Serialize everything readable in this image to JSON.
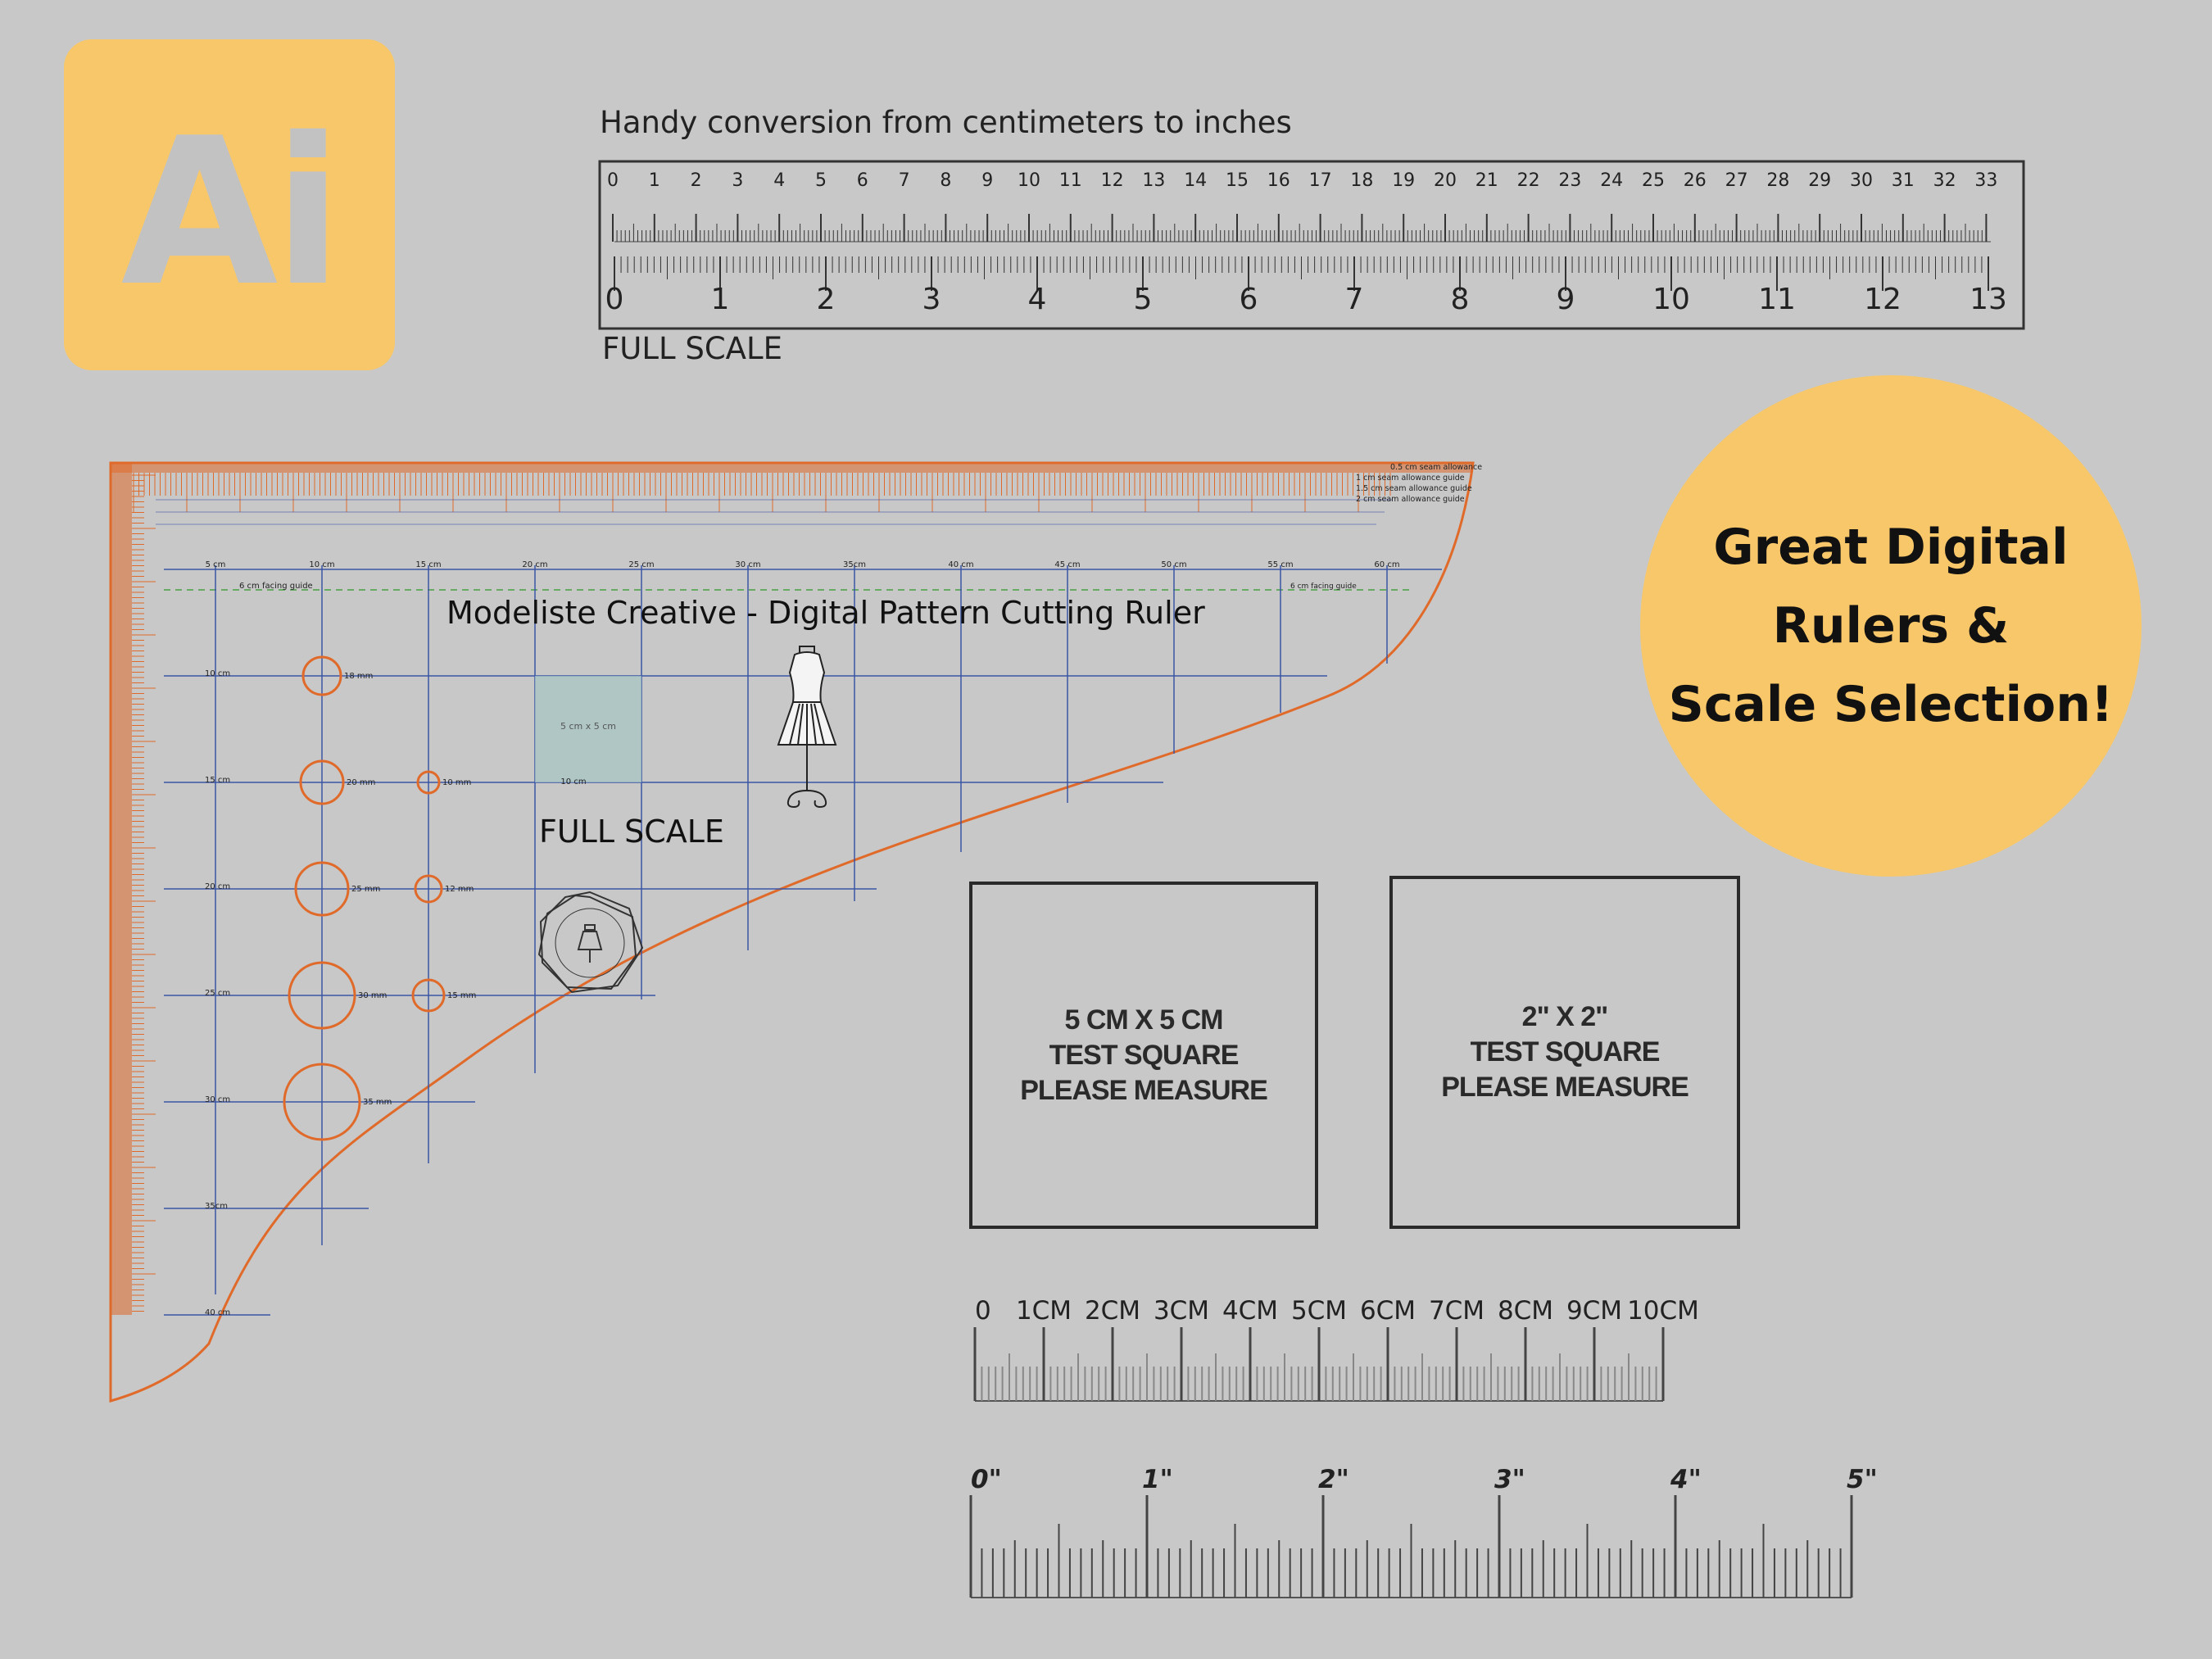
{
  "logo": {
    "text": "Ai",
    "color": "#f8c76a"
  },
  "conversion_ruler": {
    "title": "Handy conversion from centimeters to inches",
    "cm_labels": [
      "0",
      "1",
      "2",
      "3",
      "4",
      "5",
      "6",
      "7",
      "8",
      "9",
      "10",
      "11",
      "12",
      "13",
      "14",
      "15",
      "16",
      "17",
      "18",
      "19",
      "20",
      "21",
      "22",
      "23",
      "24",
      "25",
      "26",
      "27",
      "28",
      "29",
      "30",
      "31",
      "32",
      "33"
    ],
    "inch_labels": [
      "0",
      "1",
      "2",
      "3",
      "4",
      "5",
      "6",
      "7",
      "8",
      "9",
      "10",
      "11",
      "12",
      "13"
    ],
    "scale_label": "FULL SCALE"
  },
  "badge": {
    "lines": [
      "Great Digital",
      "Rulers &",
      "Scale Selection!"
    ],
    "color": "#f8c76a"
  },
  "pattern_ruler": {
    "title": "Modeliste Creative - Digital Pattern Cutting Ruler",
    "scale_label": "FULL SCALE",
    "accent_color": "#e06a2a",
    "grid_color": "#3b55a5",
    "top_cm_labels": [
      "5 cm",
      "10 cm",
      "15 cm",
      "20 cm",
      "25 cm",
      "30 cm",
      "35cm",
      "40 cm",
      "45 cm",
      "50 cm",
      "55 cm",
      "60 cm"
    ],
    "left_cm_labels": [
      "10 cm",
      "15 cm",
      "20 cm",
      "25 cm",
      "30 cm",
      "35cm",
      "40 cm"
    ],
    "facing_guide": "6 cm facing guide",
    "allowance_guides": [
      "0.5 cm seam allowance",
      "1 cm seam allowance guide",
      "1.5 cm seam allowance guide",
      "2 cm seam allowance guide"
    ],
    "square_label": "5 cm x 5 cm",
    "square_bottom": "10 cm",
    "circles_left": [
      "18 mm",
      "20 mm",
      "25 mm",
      "30 mm",
      "35 mm"
    ],
    "circles_right": [
      "10 mm",
      "12 mm",
      "15 mm"
    ]
  },
  "test_squares": [
    {
      "lines": [
        "5 CM X 5 CM",
        "TEST SQUARE",
        "PLEASE MEASURE"
      ]
    },
    {
      "lines": [
        "2\" X 2\"",
        "TEST SQUARE",
        "PLEASE MEASURE"
      ]
    }
  ],
  "cm_ruler": {
    "labels": [
      "0",
      "1CM",
      "2CM",
      "3CM",
      "4CM",
      "5CM",
      "6CM",
      "7CM",
      "8CM",
      "9CM",
      "10CM"
    ]
  },
  "inch_ruler": {
    "labels": [
      "0\"",
      "1\"",
      "2\"",
      "3\"",
      "4\"",
      "5\""
    ]
  }
}
